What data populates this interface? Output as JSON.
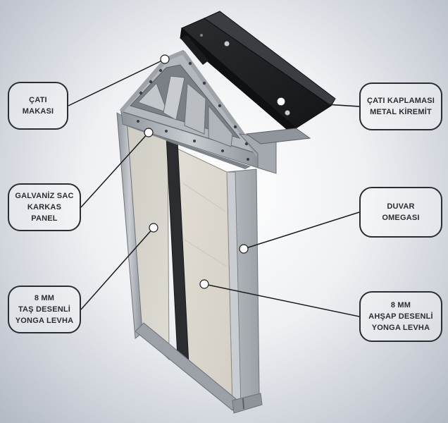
{
  "labels": {
    "cati_makasi": [
      "ÇATI",
      "MAKASI"
    ],
    "galvaniz_sac": [
      "GALVANİZ SAC",
      "KARKAS",
      "PANEL"
    ],
    "tas_desenli": [
      "8 MM",
      "TAŞ DESENLİ",
      "YONGA LEVHA"
    ],
    "cati_kaplamasi": [
      "ÇATI KAPLAMASI",
      "METAL KİREMİT"
    ],
    "duvar_omegasi": [
      "DUVAR",
      "OMEGASI"
    ],
    "ahsap_desenli": [
      "8 MM",
      "AHŞAP DESENLİ",
      "YONGA LEVHA"
    ]
  },
  "colors": {
    "label_border": "#2a2d31",
    "label_text": "#2a2d31",
    "frame_steel": "#a9aeb4",
    "roof_black": "#1d1f22",
    "board_tone": "#d6d2c7"
  }
}
